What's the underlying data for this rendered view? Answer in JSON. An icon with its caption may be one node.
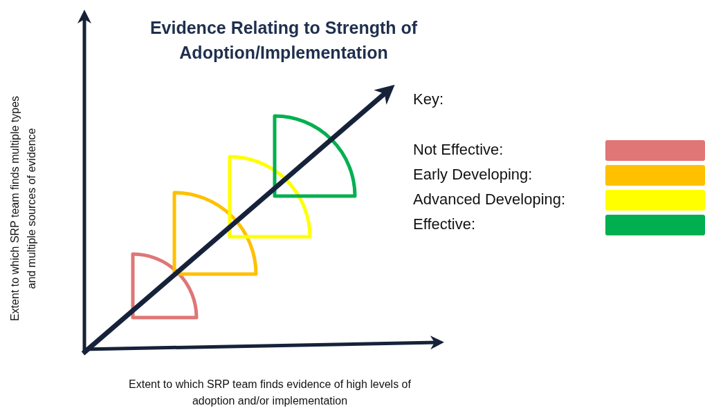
{
  "diagram": {
    "title": "Evidence Relating to Strength of Adoption/Implementation",
    "labels": [
      "Key:",
      "Extent to which SRP team finds multiple types and multiple sources of evidence",
      "Extent to which SRP team finds evidence of high levels of adoption and/or implementation"
    ],
    "legend": [
      {
        "text": "Not Effective:",
        "color": "#e07676"
      },
      {
        "text": "Early Developing:",
        "color": "#ffc000"
      },
      {
        "text": "Advanced Developing:",
        "color": "#ffff00"
      },
      {
        "text": "Effective:",
        "color": "#00b050"
      }
    ]
  }
}
